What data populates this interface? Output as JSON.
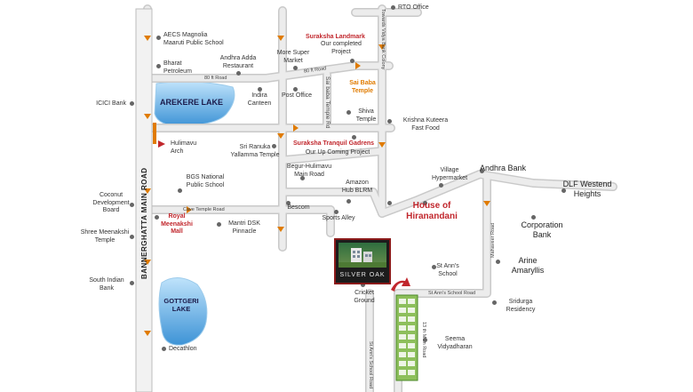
{
  "roads": {
    "main": "BANNERGHATTA MAIN ROAD",
    "eighty_ft_left": "80 ft Road",
    "eighty_ft_right": "80 ft Road",
    "cave_temple": "Cave Temple Road",
    "sai_baba_temple_rd": "Sai baba Temple Rd",
    "town_vidya": "Towards Vidya Bank Colony",
    "mahaveer": "Mahaveer Road",
    "st_anns_road": "St Ann's School Road",
    "thirteenth_main": "13 th Main Road",
    "st_anns_road_lower": "St Ann's School Road"
  },
  "lakes": {
    "arekere": "AREKERE LAKE",
    "gottigeri": "GOTTGERI\nLAKE"
  },
  "places": {
    "rto": "RTO Office",
    "aecs": "AECS Magnolia\nMaaruti Public School",
    "suraksha_landmark_title": "Suraksha Landmark",
    "suraksha_landmark_sub": "Our completed\nProject",
    "bharat": "Bharat\nPetroleum",
    "andhra_adda": "Andhra Adda\nRestaurant",
    "more": "More Super\nMarket",
    "indira": "Indira\nCanteen",
    "post": "Post Office",
    "sai_baba": "Sai Baba\nTemple",
    "icici": "ICICI Bank",
    "shiva": "Shiva\nTemple",
    "krishna": "Krishna Kuteera\nFast Food",
    "hulimavu": "Hulimavu\nArch",
    "ranuka": "Sri Ranuka\nYallamma Temple",
    "tranquil_title": "Suraksha Tranquil Gadrens",
    "tranquil_sub": "Our Up Coming Project",
    "village": "Village\nHypermarket",
    "andhra_bank": "Andhra Bank",
    "dlf": "DLF Westend\nHeights",
    "bgs": "BGS National\nPublic School",
    "begur": "Begur-Hulimavu\nMain Road",
    "amazon": "Amazon\nHub BLRM",
    "coconut": "Coconut\nDevelopment\nBoard",
    "bescom": "Bescom",
    "hiranandani": "House of\nHiranandani",
    "royal": "Royal\nMeenakshi\nMall",
    "mantri": "Mantri DSK\nPinnacle",
    "sports": "Sports Alley",
    "corporation": "Corporation\nBank",
    "shree": "Shree Meenakshi\nTemple",
    "arine": "Arine\nAmaryllis",
    "st_ann": "St Ann's\nSchool",
    "south_indian": "South Indian\nBank",
    "cricket": "Cricket\nGround",
    "sridurga": "Sridurga\nResidency",
    "seema": "Seema\nVidyadharan",
    "decathlon": "Decathlon"
  },
  "project": {
    "name": "SILVER OAK"
  },
  "colors": {
    "road": "#e3e3e3",
    "road_edge": "#c9c9c9",
    "lake": "#5aaee8",
    "highlight": "#c1272d",
    "accent": "#e07b00",
    "site": "#8dbf5b"
  }
}
